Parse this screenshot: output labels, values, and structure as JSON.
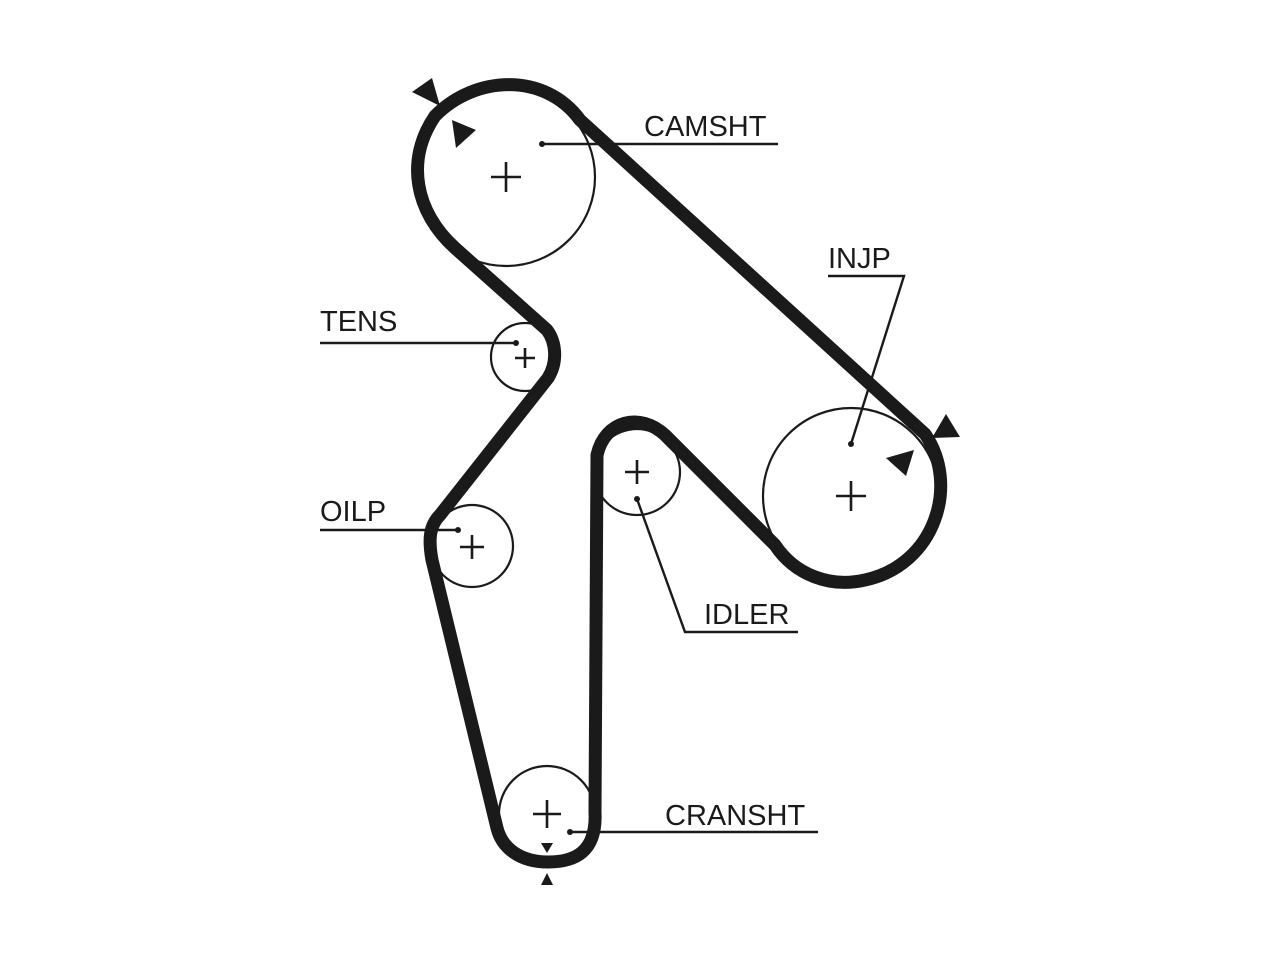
{
  "labels": {
    "camshaft": "CAMSHT",
    "injection_pump": "INJP",
    "tensioner": "TENS",
    "oil_pump": "OILP",
    "idler": "IDLER",
    "crankshaft": "CRANSHT"
  },
  "colors": {
    "ink": "#1a1a1a",
    "background": "#ffffff"
  }
}
